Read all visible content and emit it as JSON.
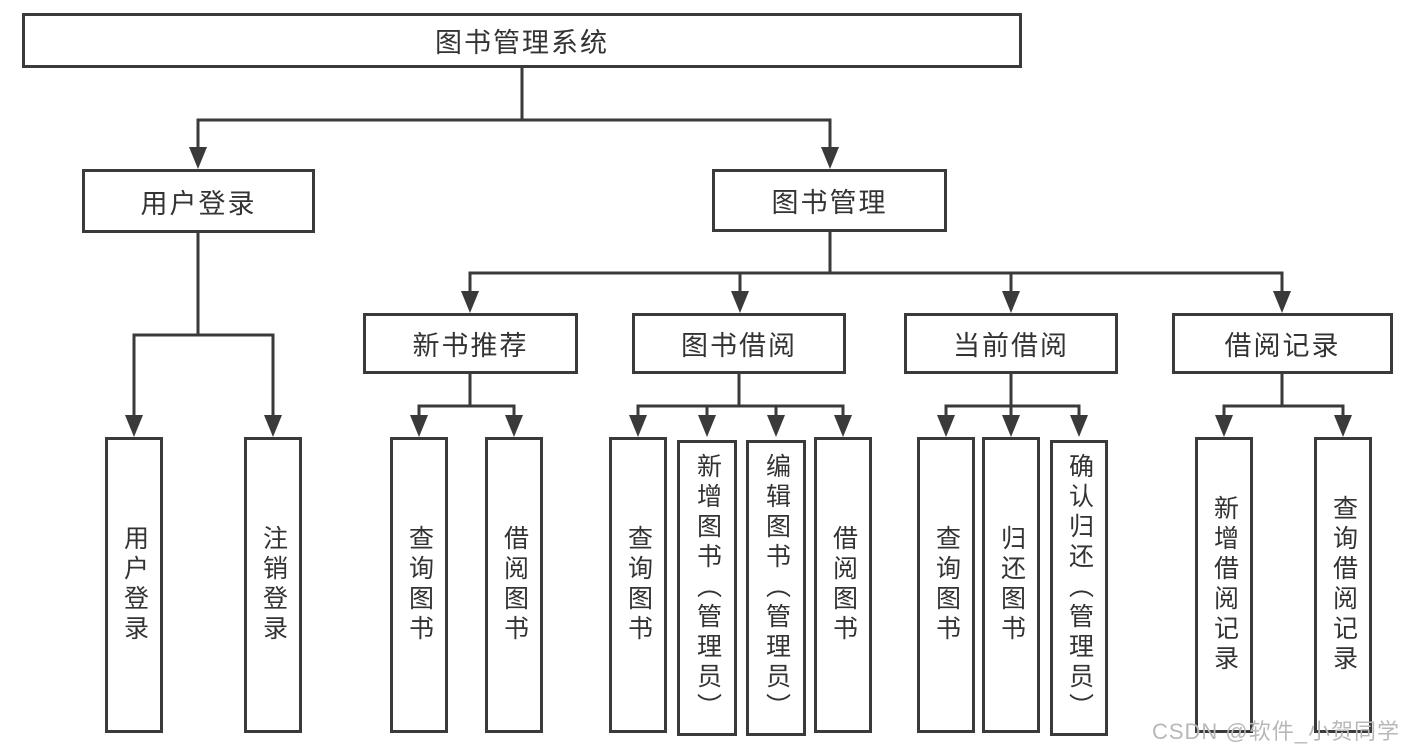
{
  "diagram": {
    "type": "tree",
    "root": {
      "label": "图书管理系统"
    },
    "children": [
      {
        "label": "用户登录",
        "children": [
          {
            "label": "用户登录"
          },
          {
            "label": "注销登录"
          }
        ]
      },
      {
        "label": "图书管理",
        "children": [
          {
            "label": "新书推荐",
            "children": [
              {
                "label": "查询图书"
              },
              {
                "label": "借阅图书"
              }
            ]
          },
          {
            "label": "图书借阅",
            "children": [
              {
                "label": "查询图书"
              },
              {
                "label": "新增图书（管理员）"
              },
              {
                "label": "编辑图书（管理员）"
              },
              {
                "label": "借阅图书"
              }
            ]
          },
          {
            "label": "当前借阅",
            "children": [
              {
                "label": "查询图书"
              },
              {
                "label": "归还图书"
              },
              {
                "label": "确认归还（管理员）"
              }
            ]
          },
          {
            "label": "借阅记录",
            "children": [
              {
                "label": "新增借阅记录"
              },
              {
                "label": "查询借阅记录"
              }
            ]
          }
        ]
      }
    ]
  },
  "colors": {
    "line": "#3a3a3a",
    "text": "#333333",
    "box_background": "#ffffff",
    "watermark": "#b8b8b8"
  },
  "watermark": {
    "text": "CSDN @软件_小贺同学"
  }
}
